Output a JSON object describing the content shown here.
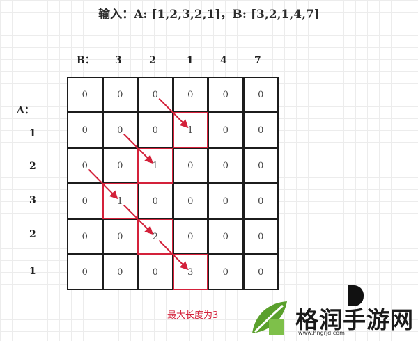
{
  "title": "输入：A: [1,2,3,2,1]，B: [3,2,1,4,7]",
  "b_label": "B：",
  "a_label": "A：",
  "b_values": [
    "3",
    "2",
    "1",
    "4",
    "7"
  ],
  "a_values": [
    "1",
    "2",
    "3",
    "2",
    "1"
  ],
  "matrix": [
    [
      "0",
      "0",
      "0",
      "0",
      "0",
      "0"
    ],
    [
      "0",
      "0",
      "0",
      "1",
      "0",
      "0"
    ],
    [
      "0",
      "0",
      "1",
      "0",
      "0",
      "0"
    ],
    [
      "0",
      "1",
      "0",
      "0",
      "0",
      "0"
    ],
    [
      "0",
      "0",
      "2",
      "0",
      "0",
      "0"
    ],
    [
      "0",
      "0",
      "0",
      "3",
      "0",
      "0"
    ]
  ],
  "highlighted": [
    [
      1,
      3
    ],
    [
      2,
      2
    ],
    [
      3,
      1
    ],
    [
      4,
      2
    ],
    [
      5,
      3
    ]
  ],
  "arrows": [
    [
      0,
      2,
      1,
      3
    ],
    [
      1,
      1,
      2,
      2
    ],
    [
      2,
      0,
      3,
      1
    ],
    [
      3,
      1,
      4,
      2
    ],
    [
      4,
      2,
      5,
      3
    ]
  ],
  "caption": "最大长度为3",
  "watermark": {
    "text": "格润手游网",
    "url": "www.hngrjd.com"
  },
  "colors": {
    "highlight": "#d3213a",
    "border": "#1c1c1c"
  }
}
